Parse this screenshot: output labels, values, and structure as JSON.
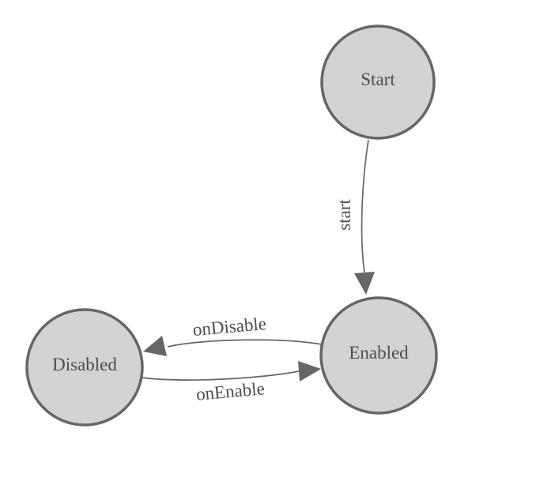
{
  "diagram": {
    "type": "state-machine",
    "colors": {
      "background": "#ffffff",
      "node_fill": "#d3d3d3",
      "node_stroke": "#666666",
      "edge_stroke": "#666666",
      "arrow_fill": "#666666",
      "label_color": "#4e4e4e"
    },
    "nodes": [
      {
        "id": "start",
        "label": "Start"
      },
      {
        "id": "enabled",
        "label": "Enabled"
      },
      {
        "id": "disabled",
        "label": "Disabled"
      }
    ],
    "edges": [
      {
        "from": "start",
        "to": "enabled",
        "label": "start"
      },
      {
        "from": "enabled",
        "to": "disabled",
        "label": "onDisable"
      },
      {
        "from": "disabled",
        "to": "enabled",
        "label": "onEnable"
      }
    ]
  }
}
